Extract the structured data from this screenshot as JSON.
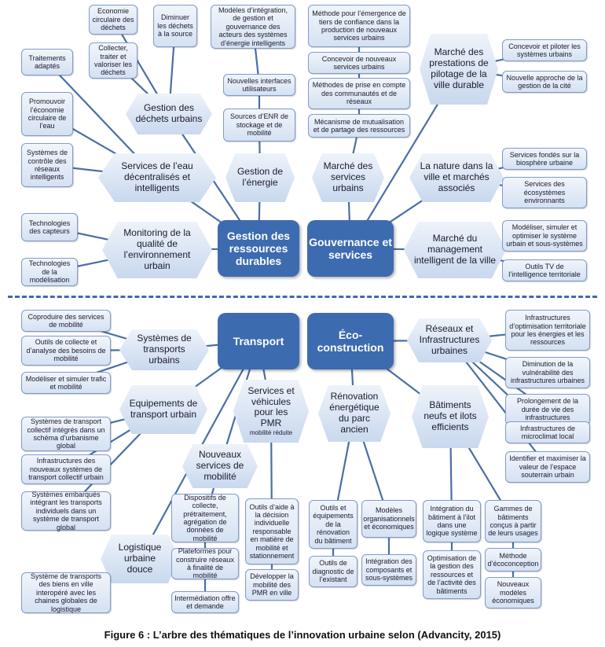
{
  "colors": {
    "root": "#3d6bb0",
    "edge": "#4a6fa5",
    "leaf_border": "#7f9cc9"
  },
  "roots": {
    "gestion": "Gestion des ressources durables",
    "gouvernance": "Gouvernance et services",
    "transport": "Transport",
    "eco": "Éco-construction"
  },
  "subs": {
    "dechets": "Gestion des déchets urbains",
    "eau": "Services de l’eau décentralisés et intelligents",
    "monitoring": "Monitoring de la qualité de l’environnement urbain",
    "energie": "Gestion de l’énergie",
    "marche_services": "Marché des services urbains",
    "marche_prestations": "Marché des prestations de pilotage de la ville durable",
    "nature": "La nature dans la ville et marchés associés",
    "management": "Marché du management intelligent de la ville",
    "systemes_transports": "Systèmes de transports urbains",
    "equipements": "Equipements de transport urbain",
    "pmr": "Services et véhicules pour les PMR",
    "pmr_small": "mobilité réduite",
    "mobilite": "Nouveaux services de mobilité",
    "logistique": "Logistique urbaine douce",
    "renovation": "Rénovation énergétique du parc ancien",
    "batiments": "Bâtiments neufs et ilots efficients",
    "reseaux": "Réseaux et Infrastructures urbaines"
  },
  "leaves": {
    "eco_circ": "Economie circulaire des déchets",
    "diminuer": "Diminuer les déchets à la source",
    "collecter": "Collecter, traiter et valoriser les déchets",
    "traitements": "Traitements adaptés",
    "promouvoir": "Promouvoir l’économie circulaire de l’eau",
    "controle_reseaux": "Systèmes de contrôle des réseaux intelligents",
    "techno_capteurs": "Technologies des capteurs",
    "techno_model": "Technologies de la modélisation",
    "modeles_integration": "Modèles d’intégration, de gestion et gouvernance des acteurs des systèmes d’énergie intelligents",
    "interfaces": "Nouvelles interfaces utilisateurs",
    "sources_enr": "Sources d’ENR de stockage et de mobilité",
    "methode_tiers": "Méthode pour l’émergence de tiers de confiance dans la production de nouveaux services urbains",
    "concevoir_services": "Concevoir de nouveaux services urbains",
    "methodes_prise": "Méthodes de prise en compte des communautés et de réseaux",
    "mutualisation": "Mécanisme de mutualisation et de partage des ressources",
    "concevoir_piloter": "Concevoir et piloter les systèmes urbains",
    "approche_gestion": "Nouvelle approche de la gestion de la cité",
    "biosphere": "Services fondés sur la biosphère urbaine",
    "ecosystemes": "Services des écosystèmes environnants",
    "modeliser_simuler": "Modéliser, simuler et optimiser le système urbain et sous-systèmes",
    "outils_tv": "Outils TV de l’intelligence territoriale",
    "coproduire": "Coproduire des services de mobilité",
    "outils_collecte_mob": "Outils de collecte et d’analyse des besoins de mobilité",
    "modeliser_trafic": "Modéliser et simuler trafic et mobilité",
    "systemes_integres": "Systèmes de transport collectif intégrés dans un schéma d’urbanisme global",
    "infra_nouveaux": "Infrastructures des nouveaux systèmes de transport collectif urbain",
    "embarques": "Systèmes embarqués intégrant les transports individuels dans un système de transport global",
    "biens_ville": "Système de transports des biens en ville interopéré avec les chaines globales de logistique",
    "dispositifs": "Dispositifs de collecte, prétraitement, agrégation de données de mobilité",
    "plateformes": "Plateformes pour construire réseaux à finalité de mobilité",
    "intermediation": "Intermédiation offre et demande",
    "outils_decision": "Outils d’aide à la décision individuelle responsable en matière de mobilité et stationnement",
    "developper_pmr": "Développer la mobilité des PMR en ville",
    "outils_equipements": "Outils et équipements de la rénovation du bâtiment",
    "outils_diagnostic": "Outils de diagnostic de l’existant",
    "modeles_org": "Modèles organisationnels et économiques",
    "integration_composants": "Intégration des composants et sous-systèmes",
    "integration_batiment": "Intégration du bâtiment à l’ilot dans une logique système",
    "optimisation_gestion": "Optimisation de la gestion des ressources et de l’activité des bâtiments",
    "gammes": "Gammes de bâtiments conçus à partir de leurs usages",
    "methode_ecoconception": "Méthode d’écoconception",
    "nouveaux_modeles": "Nouveaux modèles économiques",
    "infra_optimisation": "Infrastructures d’optimisation territoriale pour les énergies et les ressources",
    "diminution_vuln": "Diminution de la vulnérabilité des infrastructures urbaines",
    "prolongement": "Prolongement de la durée de vie des infrastructures",
    "microclimat": "Infrastructures de microclimat local",
    "espace_souterrain": "Identifier et maximiser la valeur de l’espace souterrain urbain"
  },
  "caption": "Figure 6 : L’arbre des thématiques de l’innovation urbaine selon (Advancity, 2015)"
}
